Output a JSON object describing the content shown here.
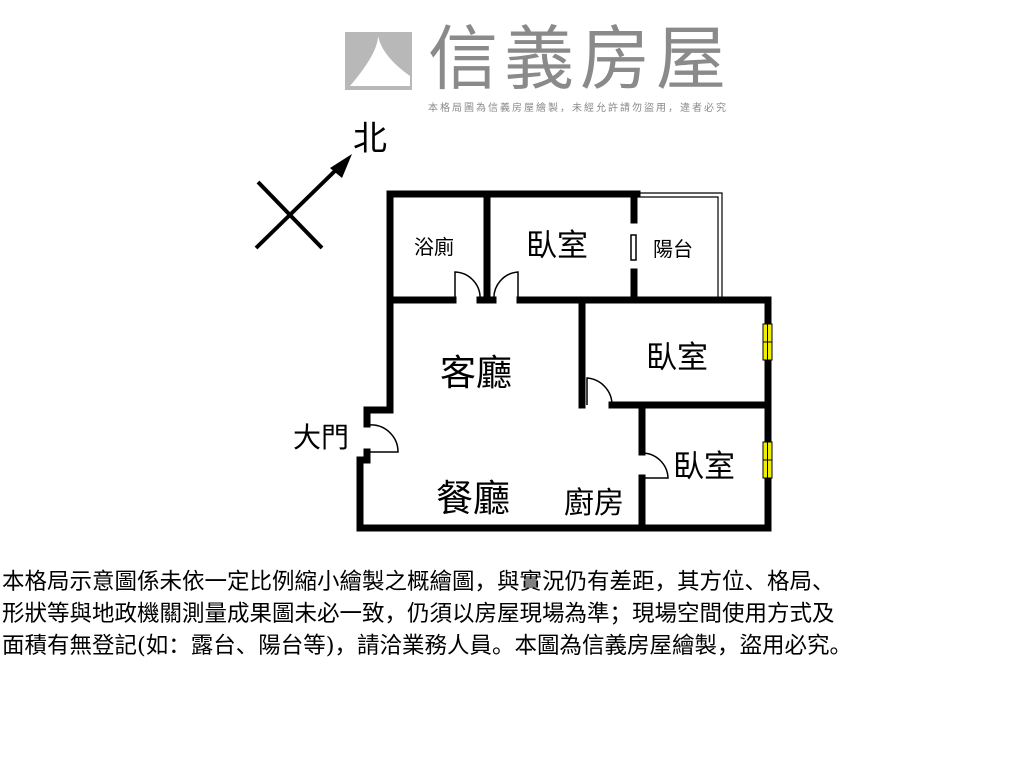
{
  "compass": {
    "label": "北",
    "icon": "north-arrow-icon"
  },
  "watermark": {
    "brand": "信義房屋",
    "notice": "本格局圖為信義房屋繪製，未經允許請勿盜用，違者必究"
  },
  "rooms": {
    "bath": "浴廁",
    "bedroom_top": "臥室",
    "balcony": "陽台",
    "living": "客廳",
    "bedroom_mid": "臥室",
    "entrance": "大門",
    "bedroom_bottom": "臥室",
    "dining": "餐廳",
    "kitchen": "廚房"
  },
  "colors": {
    "wall": "#000000",
    "window": "#f2ee00",
    "watermark": "#8a8a8a"
  },
  "disclaimer": [
    "本格局示意圖係未依一定比例縮小繪製之概繪圖，與實況仍有差距，其方位、格局、",
    "形狀等與地政機關測量成果圖未必一致，仍須以房屋現場為準；現場空間使用方式及",
    "面積有無登記(如：露台、陽台等)，請洽業務人員。本圖為信義房屋繪製，盜用必究。"
  ]
}
